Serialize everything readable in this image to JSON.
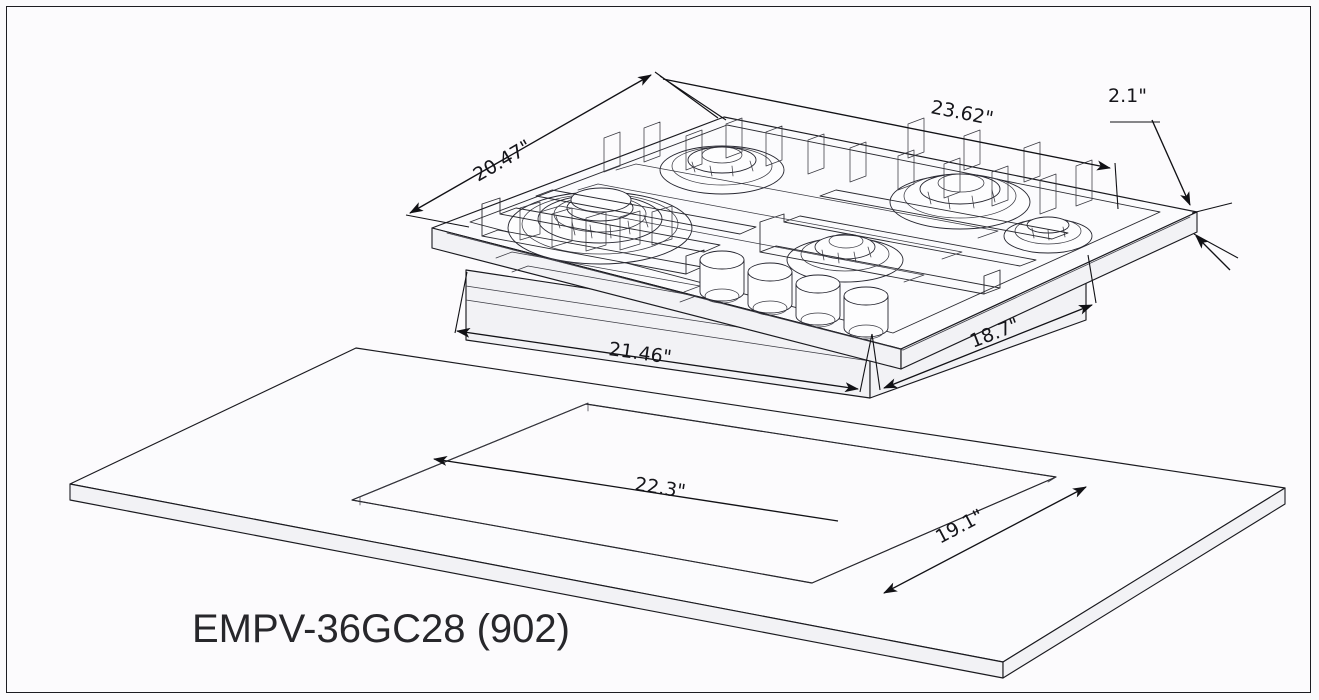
{
  "document": {
    "type": "technical-dimension-drawing",
    "subject": "gas cooktop with countertop cutout",
    "model_label": "EMPV-36GC28 (902)",
    "background_color": "#fbfafc",
    "line_color": "#1a1a1f"
  },
  "dimensions": {
    "cooktop_depth_top": "20.47\"",
    "cooktop_width_top": "23.62\"",
    "cooktop_body_height": "2.1\"",
    "cooktop_body_width": "21.46\"",
    "cooktop_body_depth": "18.7\"",
    "cutout_width": "22.3\"",
    "cutout_depth": "19.1\""
  },
  "labels": {
    "depth_top": "20.47\"",
    "width_top": "23.62\"",
    "body_height": "2.1\"",
    "body_width": "21.46\"",
    "body_depth": "18.7\"",
    "cutout_width": "22.3\"",
    "cutout_depth": "19.1\"",
    "model": "EMPV-36GC28 (902)"
  },
  "parts": {
    "cooktop_name": "gas-cooktop-assembly",
    "countertop_name": "countertop-panel",
    "cutout_name": "countertop-cutout",
    "burner_count": 5,
    "knob_count": 4
  }
}
